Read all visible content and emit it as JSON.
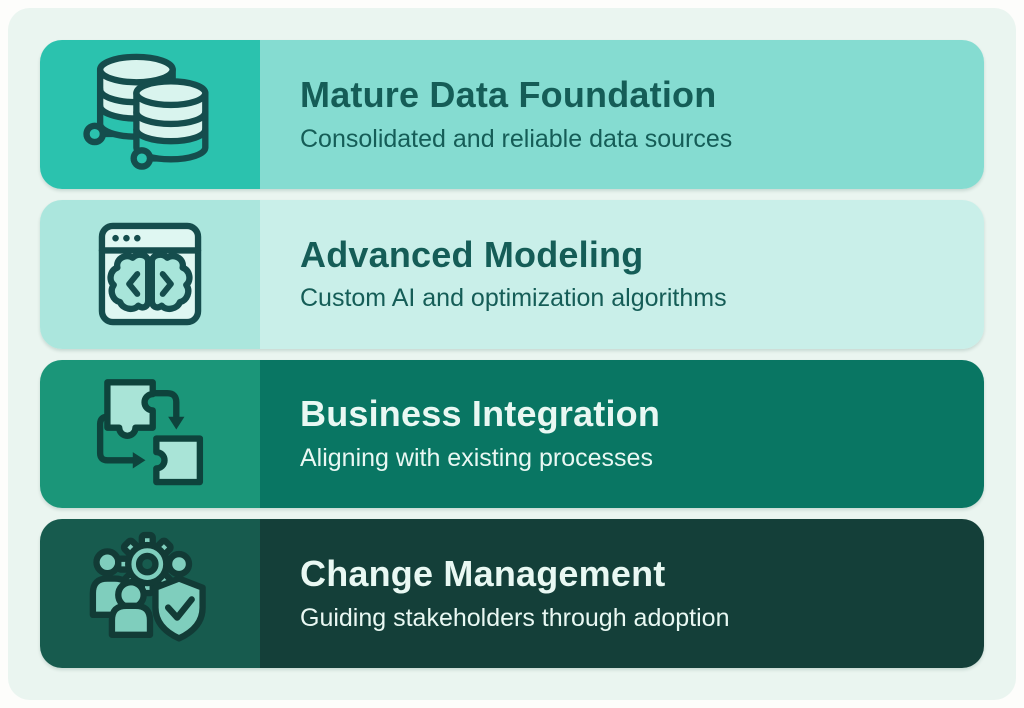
{
  "page": {
    "outer_background": "#FDFDFB",
    "card_background": "#EAF5F0"
  },
  "rows": [
    {
      "title": "Mature Data Foundation",
      "subtitle": "Consolidated and reliable data sources",
      "icon": "database-network-icon",
      "colors": {
        "icon_bg": "#2BC2AE",
        "body_bg": "#85DCD1",
        "text": "#155D57",
        "stroke": "#154D4D",
        "fill": "#D9F4EE",
        "fill2": "#D9F4EE"
      }
    },
    {
      "title": "Advanced Modeling",
      "subtitle": "Custom AI and optimization algorithms",
      "icon": "browser-brain-icon",
      "colors": {
        "icon_bg": "#ABE6DD",
        "body_bg": "#C9EFE9",
        "text": "#155D57",
        "stroke": "#154D4D",
        "fill": "#DFF7F2",
        "fill2": "#A8E5DA"
      }
    },
    {
      "title": "Business Integration",
      "subtitle": "Aligning with existing processes",
      "icon": "puzzle-workflow-icon",
      "colors": {
        "icon_bg": "#1B9679",
        "body_bg": "#097663",
        "text": "#E9F8F3",
        "stroke": "#0E433C",
        "fill": "#A9E4D7",
        "fill2": "#A9E4D7"
      }
    },
    {
      "title": "Change Management",
      "subtitle": "Guiding stakeholders through adoption",
      "icon": "people-gear-shield-icon",
      "colors": {
        "icon_bg": "#175B4E",
        "body_bg": "#143F39",
        "text": "#E9F8F3",
        "stroke": "#123B36",
        "fill": "#7FCEBD",
        "fill2": "#7FCEBD"
      }
    }
  ]
}
